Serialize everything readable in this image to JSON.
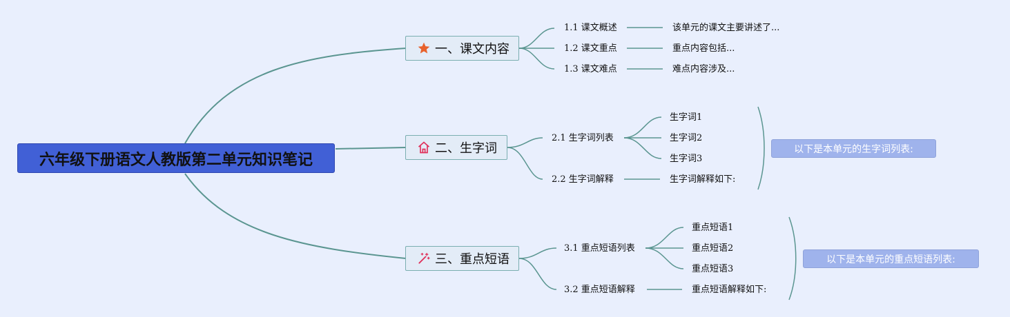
{
  "root": {
    "title": "六年级下册语文人教版第二单元知识笔记"
  },
  "branches": [
    {
      "label": "一、课文内容",
      "icon": "star-icon",
      "icon_color": "#e8622c",
      "subtopics": [
        {
          "label": "1.1 课文概述",
          "note": "该单元的课文主要讲述了..."
        },
        {
          "label": "1.2 课文重点",
          "note": "重点内容包括..."
        },
        {
          "label": "1.3 课文难点",
          "note": "难点内容涉及..."
        }
      ]
    },
    {
      "label": "二、生字词",
      "icon": "house-icon",
      "icon_color": "#e0305a",
      "subtopics": [
        {
          "label": "2.1 生字词列表",
          "items": [
            "生字词1",
            "生字词2",
            "生字词3"
          ]
        },
        {
          "label": "2.2 生字词解释",
          "note": "生字词解释如下:"
        }
      ],
      "summary": "以下是本单元的生字词列表:"
    },
    {
      "label": "三、重点短语",
      "icon": "magic-wand-icon",
      "icon_color": "#e0305a",
      "subtopics": [
        {
          "label": "3.1 重点短语列表",
          "items": [
            "重点短语1",
            "重点短语2",
            "重点短语3"
          ]
        },
        {
          "label": "3.2 重点短语解释",
          "note": "重点短语解释如下:"
        }
      ],
      "summary": "以下是本单元的重点短语列表:"
    }
  ],
  "colors": {
    "background": "#e9effd",
    "root_fill": "#4160d6",
    "line": "#5a9590",
    "summary_fill": "#9fb3ec"
  }
}
